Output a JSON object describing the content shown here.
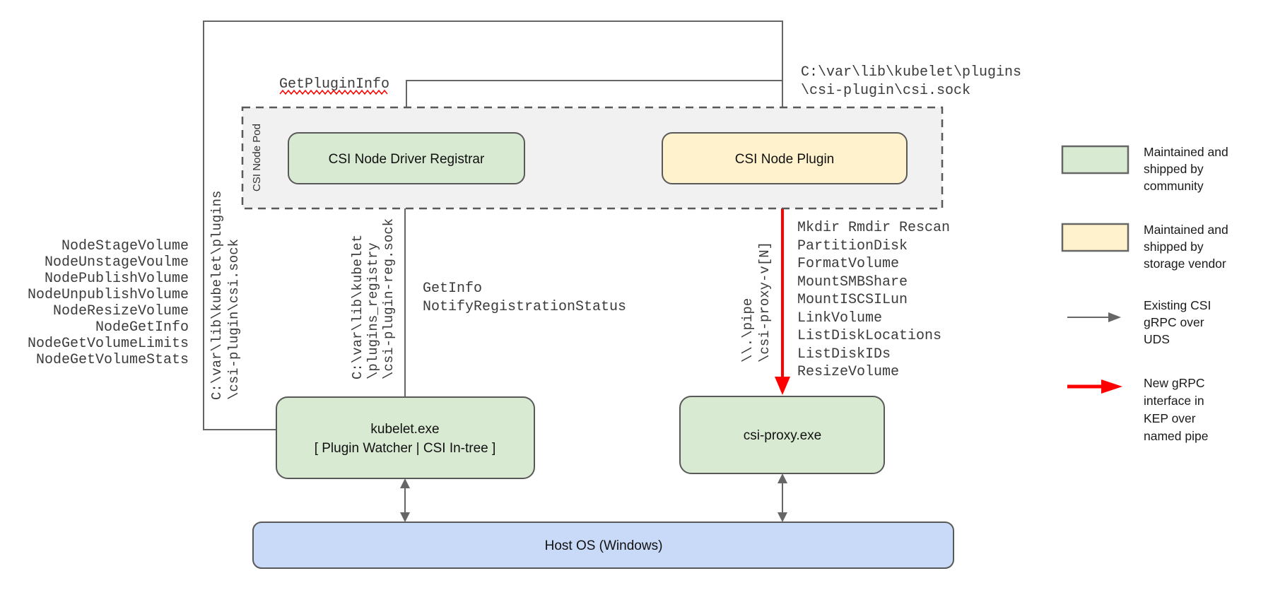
{
  "diagram": {
    "pod": {
      "label": "CSI Node Pod"
    },
    "boxes": {
      "registrar": "CSI Node Driver Registrar",
      "plugin": "CSI Node Plugin",
      "kubelet_line1": "kubelet.exe",
      "kubelet_line2": "[ Plugin Watcher | CSI In-tree ]",
      "proxy": "csi-proxy.exe",
      "host": "Host OS (Windows)"
    },
    "labels": {
      "get_plugin_info": "GetPluginInfo",
      "plugin_sock_top": [
        "C:\\var\\lib\\kubelet\\plugins",
        "\\csi-plugin\\csi.sock"
      ],
      "plugin_sock_left": [
        "C:\\var\\lib\\kubelet\\plugins",
        "\\csi-plugin\\csi.sock"
      ],
      "registration_sock": [
        "C:\\var\\lib\\kubelet",
        "\\plugins_registry",
        "\\csi-plugin-reg.sock"
      ],
      "registrar_calls": [
        "GetInfo",
        "NotifyRegistrationStatus"
      ],
      "named_pipe": [
        "\\\\.\\pipe",
        "\\csi-proxy-v[N]"
      ]
    },
    "kubelet_csi_calls": [
      "NodeStageVolume",
      "NodeUnstageVoulme",
      "NodePublishVolume",
      "NodeUnpublishVolume",
      "NodeResizeVolume",
      "NodeGetInfo",
      "NodeGetVolumeLimits",
      "NodeGetVolumeStats"
    ],
    "proxy_calls": [
      "Mkdir Rmdir Rescan",
      "PartitionDisk",
      "FormatVolume",
      "MountSMBShare",
      "MountISCSILun",
      "LinkVolume",
      "ListDiskLocations",
      "ListDiskIDs",
      "ResizeVolume"
    ]
  },
  "legend": {
    "community": [
      "Maintained and",
      "shipped by",
      "community"
    ],
    "vendor": [
      "Maintained and",
      "shipped by",
      "storage vendor"
    ],
    "existing": [
      "Existing CSI",
      "gRPC over",
      "UDS"
    ],
    "new_interface": [
      "New gRPC",
      "interface in",
      "KEP over",
      "named pipe"
    ]
  },
  "colors": {
    "community_green": "#d9ead3",
    "vendor_yellow": "#fff2cc",
    "host_blue": "#c9daf8",
    "pod_gray": "#f1f1f1",
    "line_gray": "#666666",
    "arrow_red": "#ff0000"
  }
}
